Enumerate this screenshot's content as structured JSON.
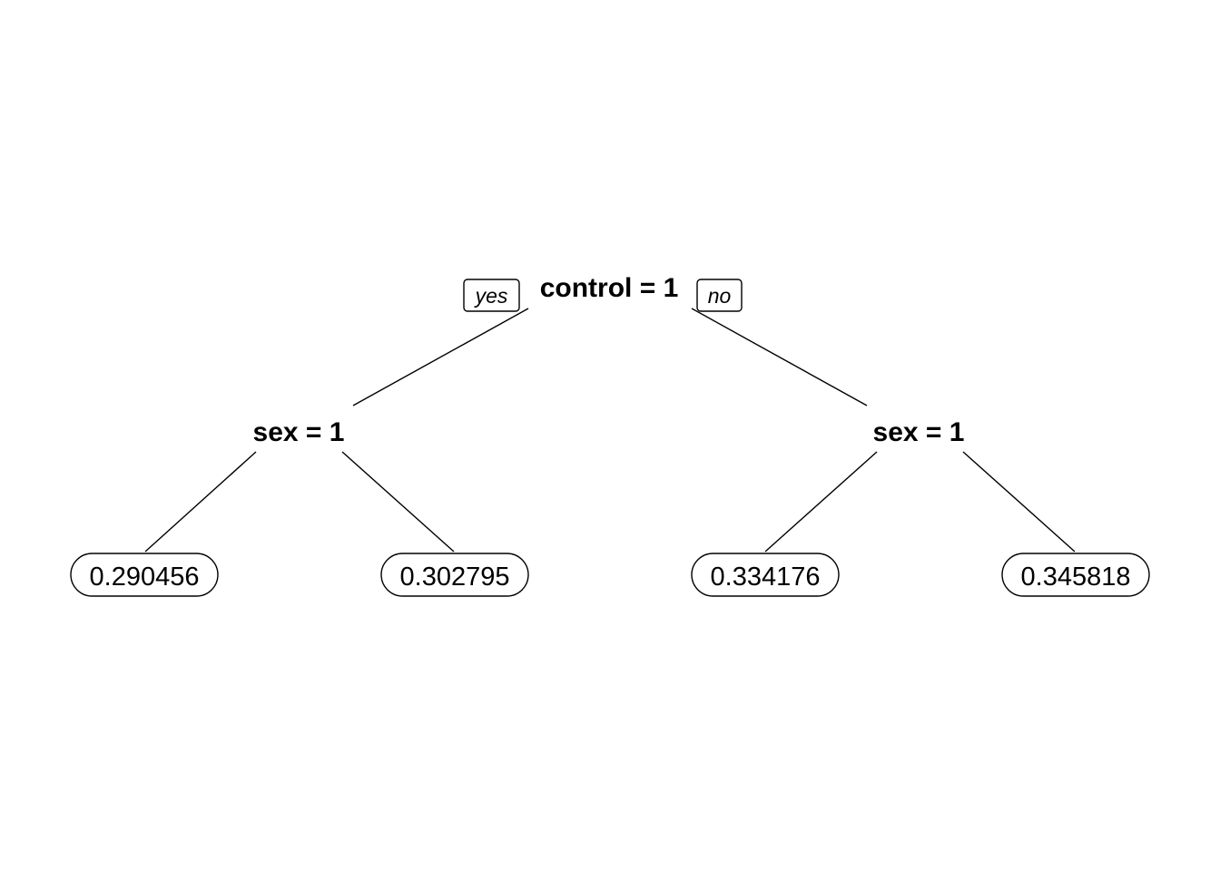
{
  "tree": {
    "root": {
      "label": "control = 1",
      "yes_label": "yes",
      "no_label": "no"
    },
    "left_split": {
      "label": "sex = 1"
    },
    "right_split": {
      "label": "sex = 1"
    },
    "leaves": [
      {
        "value": "0.290456"
      },
      {
        "value": "0.302795"
      },
      {
        "value": "0.334176"
      },
      {
        "value": "0.345818"
      }
    ]
  }
}
